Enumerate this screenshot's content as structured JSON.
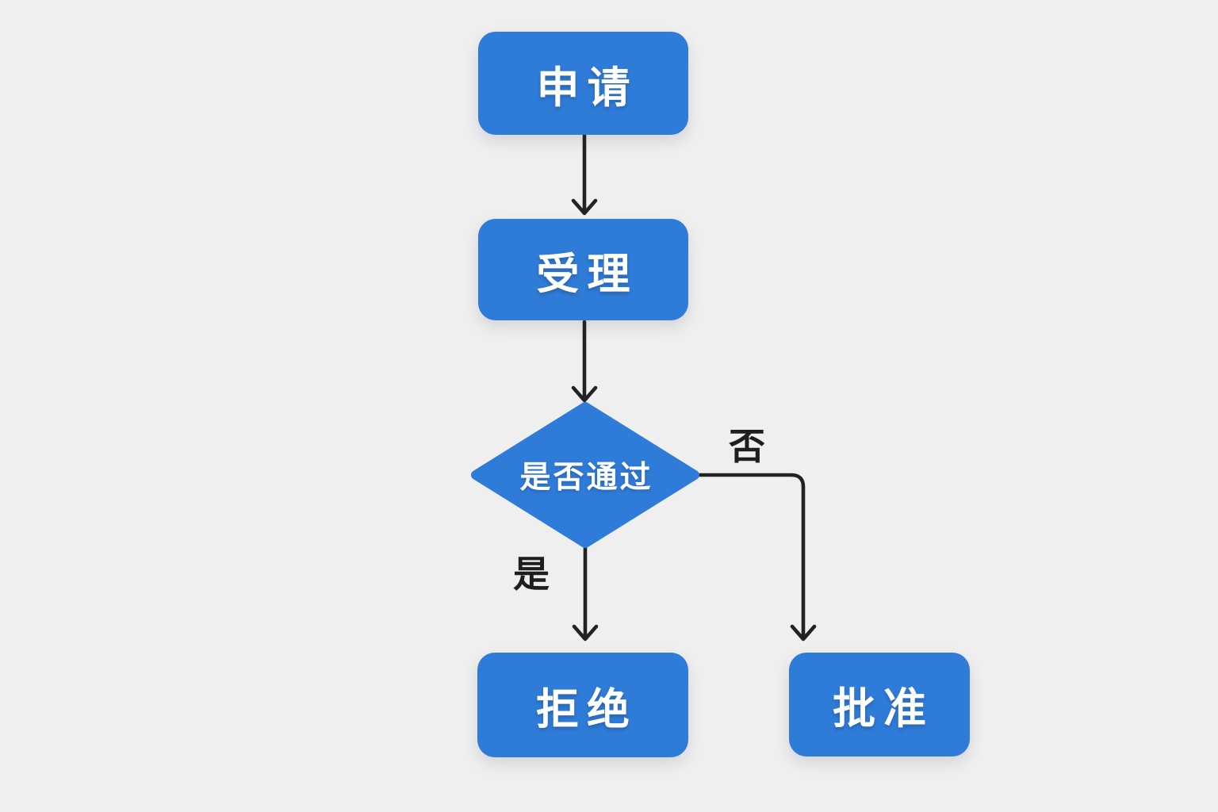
{
  "diagram": {
    "type": "flowchart",
    "nodes": {
      "apply": {
        "label": "申请",
        "shape": "rounded-rect"
      },
      "accept": {
        "label": "受理",
        "shape": "rounded-rect"
      },
      "decision": {
        "label": "是否通过",
        "shape": "diamond"
      },
      "reject": {
        "label": "拒绝",
        "shape": "rounded-rect"
      },
      "approve": {
        "label": "批准",
        "shape": "rounded-rect"
      }
    },
    "edges": {
      "apply_to_accept": {
        "from": "apply",
        "to": "accept",
        "label": ""
      },
      "accept_to_decision": {
        "from": "accept",
        "to": "decision",
        "label": ""
      },
      "decision_to_reject": {
        "from": "decision",
        "to": "reject",
        "label": "是"
      },
      "decision_to_approve": {
        "from": "decision",
        "to": "approve",
        "label": "否"
      }
    },
    "colors": {
      "background": "#EFEFEF",
      "node_fill": "#2F7BD8",
      "node_text": "#FFFFFF",
      "connector": "#222222",
      "edge_label_text": "#1E1E1E"
    }
  }
}
